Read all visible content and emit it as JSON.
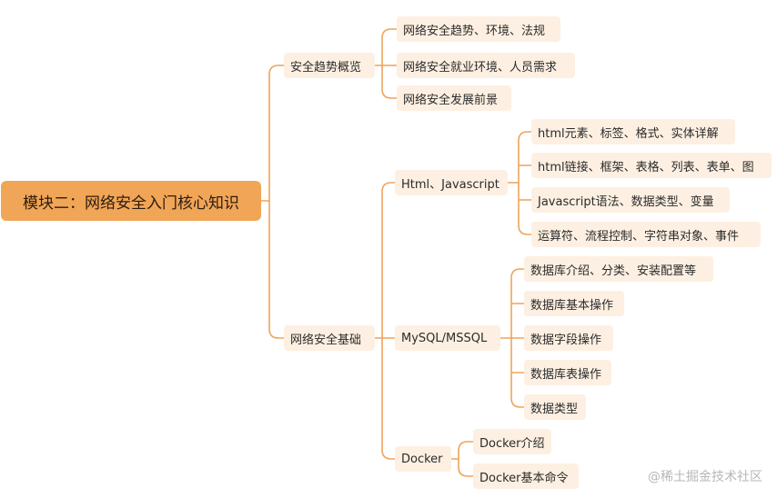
{
  "root": {
    "label": "模块二：网络安全入门核心知识"
  },
  "branches": [
    {
      "label": "安全趋势概览",
      "children": [
        {
          "label": "网络安全趋势、环境、法规"
        },
        {
          "label": "网络安全就业环境、人员需求"
        },
        {
          "label": "网络安全发展前景"
        }
      ]
    },
    {
      "label": "网络安全基础",
      "children": [
        {
          "label": "Html、Javascript",
          "children": [
            {
              "label": "html元素、标签、格式、实体详解"
            },
            {
              "label": "html链接、框架、表格、列表、表单、图"
            },
            {
              "label": "Javascript语法、数据类型、变量"
            },
            {
              "label": "运算符、流程控制、字符串对象、事件"
            }
          ]
        },
        {
          "label": "MySQL/MSSQL",
          "children": [
            {
              "label": "数据库介绍、分类、安装配置等"
            },
            {
              "label": "数据库基本操作"
            },
            {
              "label": "数据字段操作"
            },
            {
              "label": "数据库表操作"
            },
            {
              "label": "数据类型"
            }
          ]
        },
        {
          "label": "Docker",
          "children": [
            {
              "label": "Docker介绍"
            },
            {
              "label": "Docker基本命令"
            }
          ]
        }
      ]
    }
  ],
  "watermark": "@稀土掘金技术社区",
  "colors": {
    "line": "#efa45a",
    "node_bg": "#fdf0e2",
    "root_bg": "#f1a556"
  }
}
